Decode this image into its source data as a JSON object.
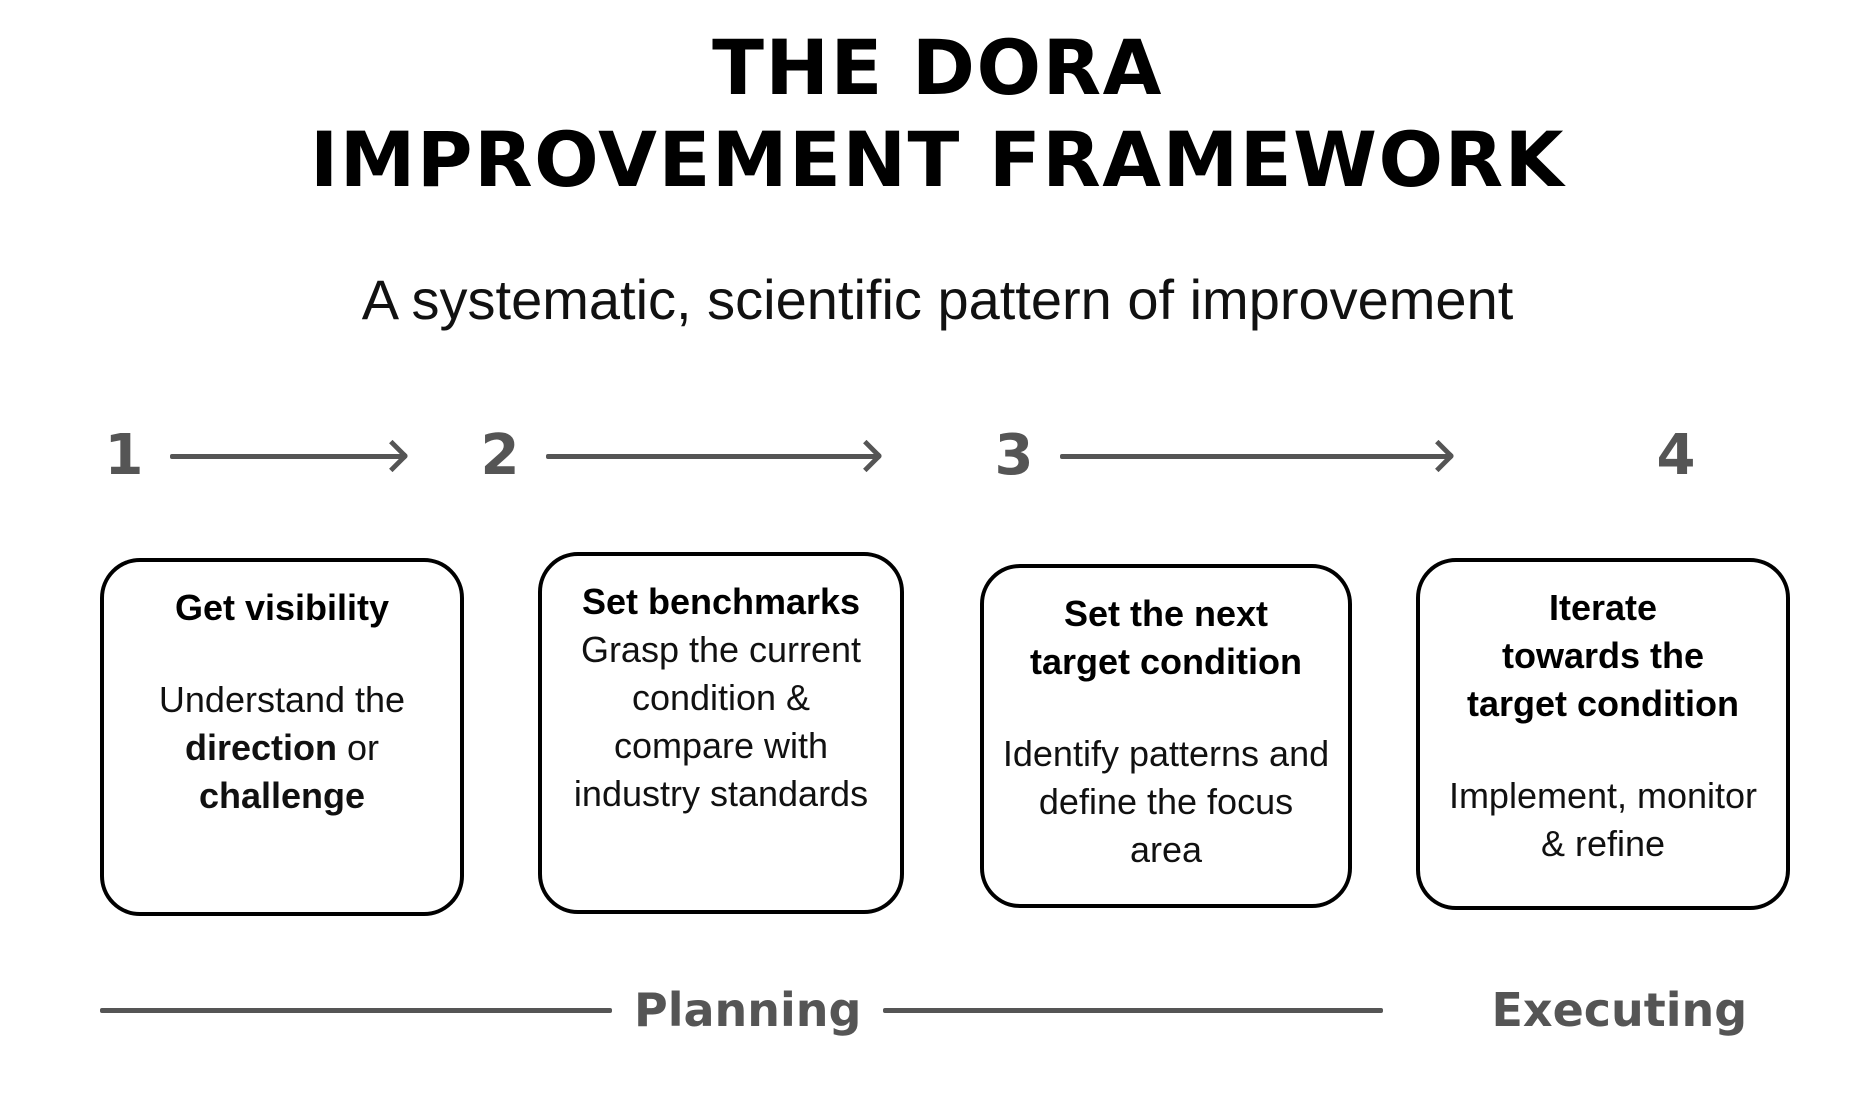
{
  "header": {
    "title_line_1": "THE DORA",
    "title_line_2": "IMPROVEMENT FRAMEWORK",
    "subtitle": "A systematic, scientific pattern of improvement"
  },
  "steps": [
    {
      "number": "1"
    },
    {
      "number": "2"
    },
    {
      "number": "3"
    },
    {
      "number": "4"
    }
  ],
  "cards": [
    {
      "heading": "Get visibility",
      "body_line_1": "Understand the",
      "body_bold_1": "direction",
      "body_mid": " or ",
      "body_bold_2": "challenge"
    },
    {
      "heading": "Set benchmarks",
      "body": "Grasp the current condition & compare with industry standards"
    },
    {
      "heading_line_1": "Set the next",
      "heading_line_2": "target condition",
      "body": "Identify patterns and define the focus area"
    },
    {
      "heading_line_1": "Iterate",
      "heading_line_2": "towards the",
      "heading_line_3": "target condition",
      "body": "Implement, monitor & refine"
    }
  ],
  "phases": {
    "planning_label": "Planning",
    "executing_label": "Executing"
  },
  "colors": {
    "accent_gray": "#555555",
    "ink": "#000000",
    "background": "#ffffff"
  }
}
